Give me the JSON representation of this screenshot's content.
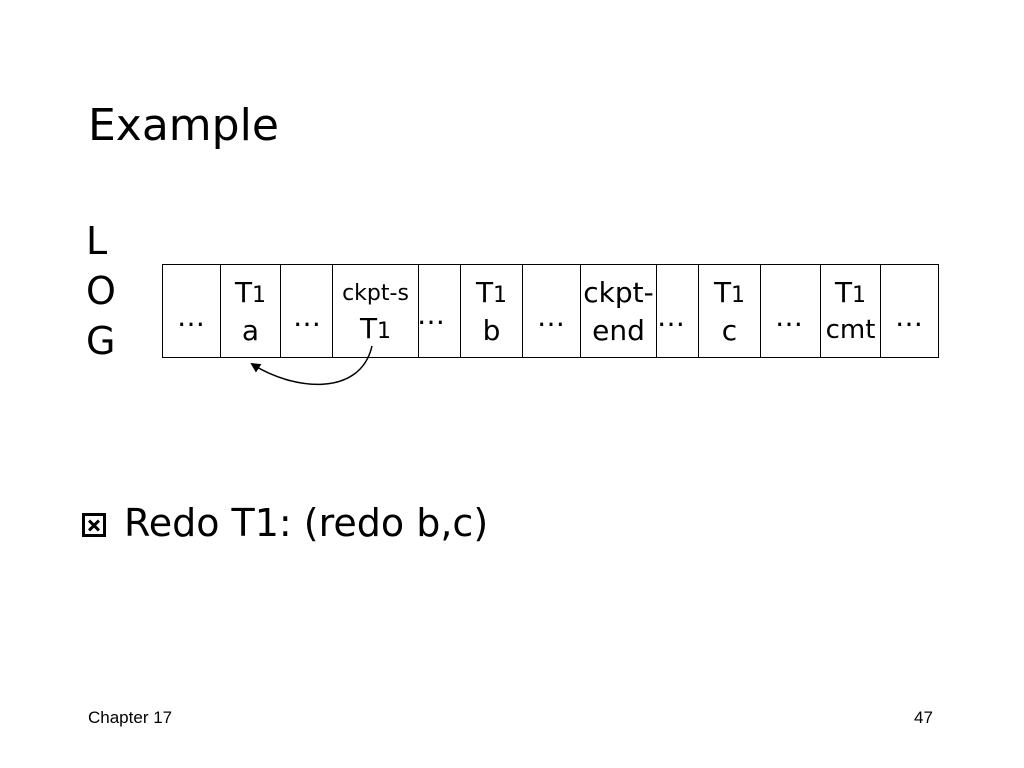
{
  "slide": {
    "title": "Example",
    "log_label": [
      "L",
      "O",
      "G"
    ],
    "bullet": "Redo T1: (redo b,c)",
    "footer_left": "Chapter 17",
    "page_number": "47"
  },
  "log": {
    "ellipsis": "…",
    "entries": [
      {
        "line1": "T",
        "sub1": "1",
        "line2": "a"
      },
      {
        "line1": "ckpt-s",
        "line2": "T",
        "sub2": "1"
      },
      {
        "line1": "T",
        "sub1": "1",
        "line2": "b"
      },
      {
        "line1": "ckpt-",
        "line2": "end"
      },
      {
        "line1": "T",
        "sub1": "1",
        "line2": "c"
      },
      {
        "line1": "T",
        "sub1": "1",
        "line2": "cmt"
      }
    ]
  }
}
